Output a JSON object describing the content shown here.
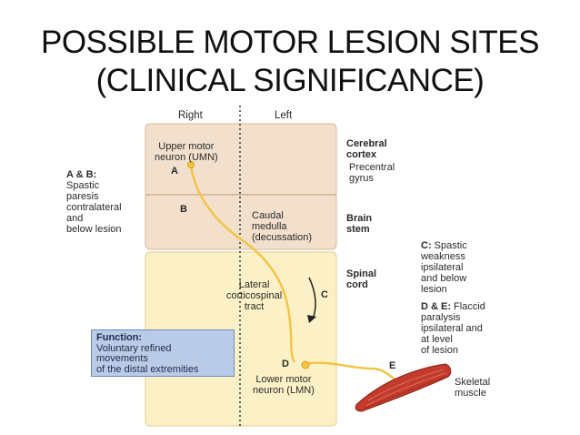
{
  "title": {
    "line1": "POSSIBLE MOTOR LESION SITES",
    "line2": "(CLINICAL SIGNIFICANCE)"
  },
  "colors": {
    "brain_region": "#f2e0cc",
    "spinal_region": "#fcf1c6",
    "tract": "#f3c445",
    "function_box": "#b9cbe6",
    "muscle": "#c23b2c"
  },
  "diagram": {
    "side_right": "Right",
    "side_left": "Left",
    "umn_label": "Upper motor\nneuron (UMN)",
    "point_a": "A",
    "point_b": "B",
    "point_c": "C",
    "point_d": "D",
    "point_e": "E",
    "caudal_medulla": "Caudal\nmedulla\n(decussation)",
    "lateral_tract": "Lateral\ncorticospinal\ntract",
    "lmn_label": "Lower motor\nneuron (LMN)",
    "cerebral_cortex": "Cerebral\ncortex",
    "precentral_gyrus": "Precentral\ngyrus",
    "brain_stem": "Brain\nstem",
    "spinal_cord": "Spinal\ncord",
    "skeletal_muscle": "Skeletal\nmuscle"
  },
  "annotations": {
    "ab_key": "A & B:",
    "ab_text": "Spastic\nparesis\ncontralateral\nand\nbelow lesion",
    "c_key": "C:",
    "c_text_first": " Spastic",
    "c_text_rest": "weakness\nipsilateral\nand below\nlesion",
    "de_key": "D & E:",
    "de_text_first": " Flaccid",
    "de_text_rest": "paralysis\nipsilateral and\nat level\nof lesion"
  },
  "function_box": {
    "heading": "Function:",
    "text": "Voluntary refined\nmovements\nof the distal extremities"
  }
}
